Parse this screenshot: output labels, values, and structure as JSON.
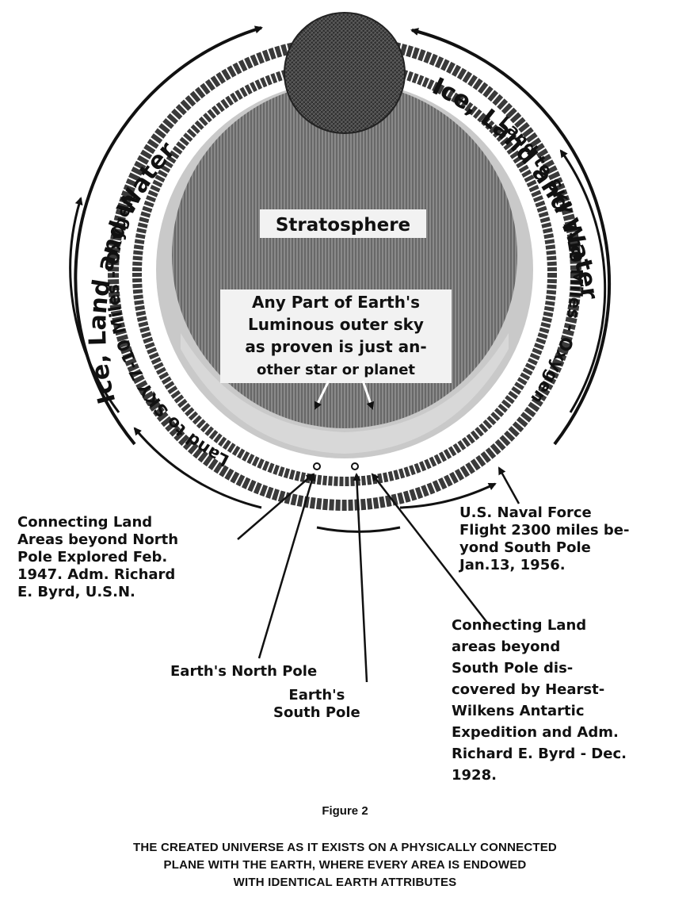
{
  "diagram": {
    "ring_left_label": "Ice, Land and Water",
    "ring_right_label": "Ice, Land and Water",
    "inner_left_label": "Land to SKY 7-10 Miles - Oxygen",
    "inner_right_label": "Land to SKY 7-10 Miles - Oxygen",
    "center_title": "Stratosphere",
    "center_text": [
      "Any Part of Earth's",
      "Luminous outer sky",
      "as proven is just an-",
      "other star or planet"
    ],
    "note_north": "Connecting Land\nAreas beyond North\nPole Explored Feb.\n1947. Adm. Richard\nE. Byrd, U.S.N.",
    "note_naval": "U.S. Naval Force\nFlight 2300 miles be-\nyond South Pole\nJan.13, 1956.",
    "note_south": "Connecting Land\nareas beyond\nSouth Pole dis-\ncovered by Hearst-\nWilkens Antartic\nExpedition and Adm.\nRichard E. Byrd - Dec.\n1928.",
    "label_north_pole": "Earth's North Pole",
    "label_south_pole": "Earth's\nSouth Pole"
  },
  "figure_label": "Figure 2",
  "caption": "THE CREATED UNIVERSE AS IT EXISTS ON A PHYSICALLY CONNECTED\nPLANE WITH THE EARTH, WHERE EVERY AREA IS ENDOWED\nWITH IDENTICAL EARTH ATTRIBUTES"
}
